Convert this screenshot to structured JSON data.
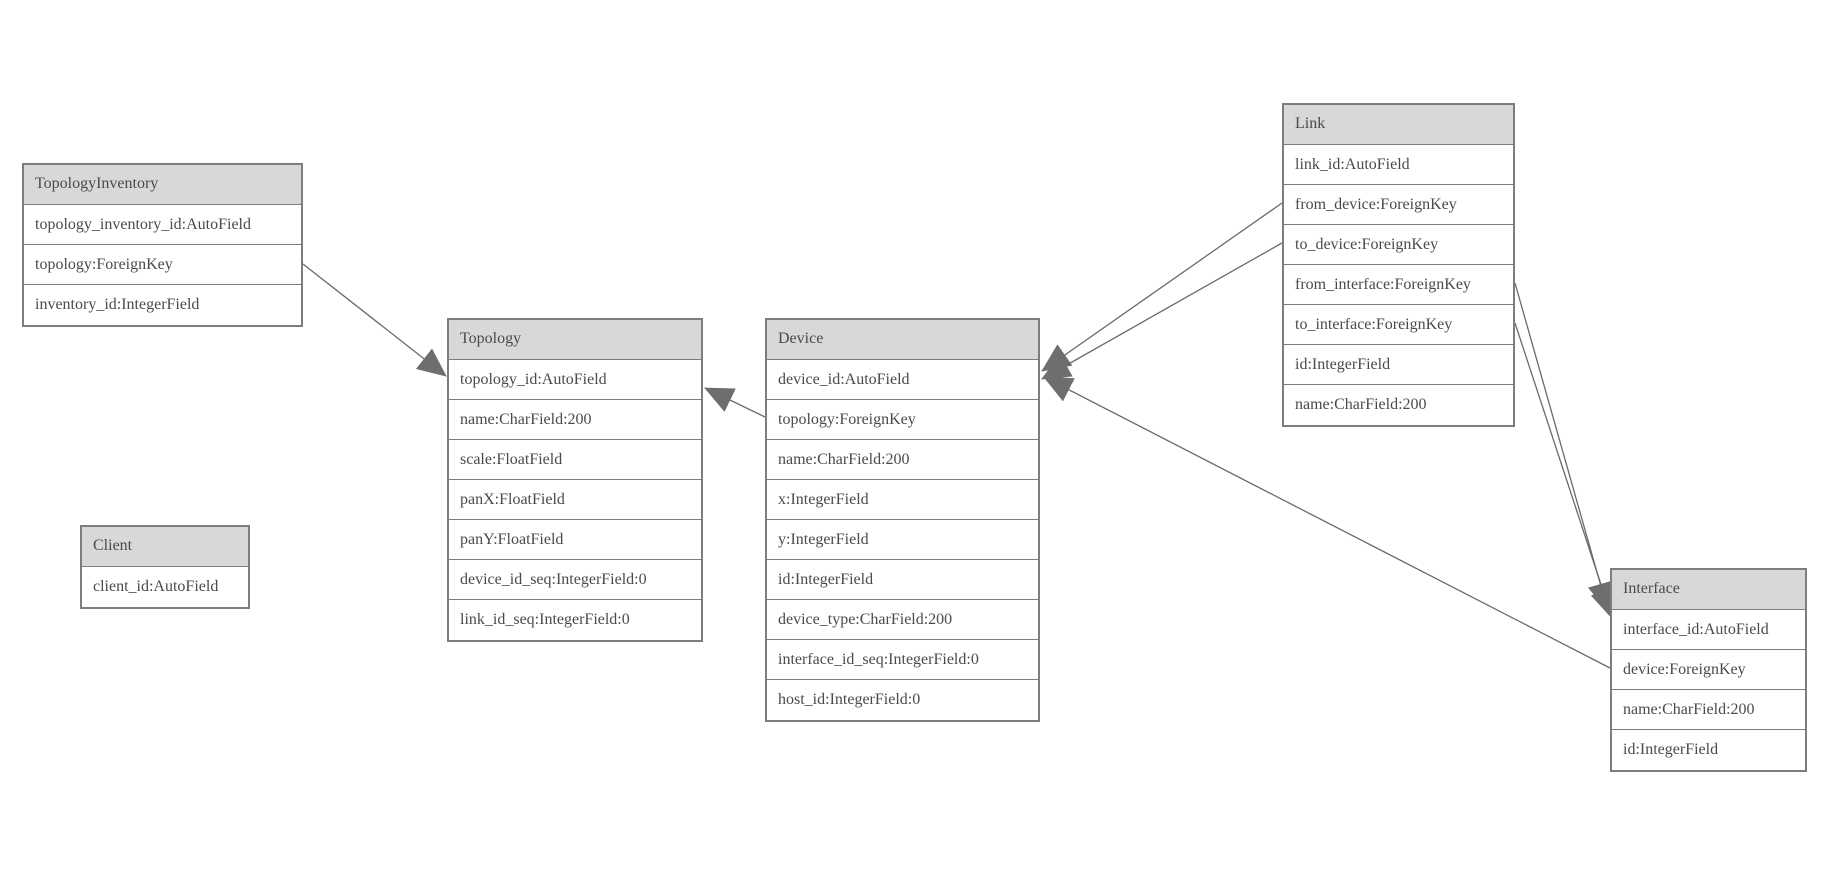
{
  "colors": {
    "background": "#ffffff",
    "entity_border": "#7d7d7d",
    "header_fill": "#d8d8d8",
    "text": "#4a4a4a",
    "edge_line": "#6a6a6a",
    "arrowhead_fill": "#6e6e6e"
  },
  "entities": {
    "topology_inventory": {
      "name": "TopologyInventory",
      "fields": [
        "topology_inventory_id:AutoField",
        "topology:ForeignKey",
        "inventory_id:IntegerField"
      ]
    },
    "topology": {
      "name": "Topology",
      "fields": [
        "topology_id:AutoField",
        "name:CharField:200",
        "scale:FloatField",
        "panX:FloatField",
        "panY:FloatField",
        "device_id_seq:IntegerField:0",
        "link_id_seq:IntegerField:0"
      ]
    },
    "client": {
      "name": "Client",
      "fields": [
        "client_id:AutoField"
      ]
    },
    "device": {
      "name": "Device",
      "fields": [
        "device_id:AutoField",
        "topology:ForeignKey",
        "name:CharField:200",
        "x:IntegerField",
        "y:IntegerField",
        "id:IntegerField",
        "device_type:CharField:200",
        "interface_id_seq:IntegerField:0",
        "host_id:IntegerField:0"
      ]
    },
    "link": {
      "name": "Link",
      "fields": [
        "link_id:AutoField",
        "from_device:ForeignKey",
        "to_device:ForeignKey",
        "from_interface:ForeignKey",
        "to_interface:ForeignKey",
        "id:IntegerField",
        "name:CharField:200"
      ]
    },
    "interface": {
      "name": "Interface",
      "fields": [
        "interface_id:AutoField",
        "device:ForeignKey",
        "name:CharField:200",
        "id:IntegerField"
      ]
    }
  },
  "relationships": [
    {
      "from": "TopologyInventory.topology",
      "to": "Topology"
    },
    {
      "from": "Device.topology",
      "to": "Topology"
    },
    {
      "from": "Link.from_device",
      "to": "Device"
    },
    {
      "from": "Link.to_device",
      "to": "Device"
    },
    {
      "from": "Link.from_interface",
      "to": "Interface"
    },
    {
      "from": "Link.to_interface",
      "to": "Interface"
    },
    {
      "from": "Interface.device",
      "to": "Device"
    }
  ]
}
